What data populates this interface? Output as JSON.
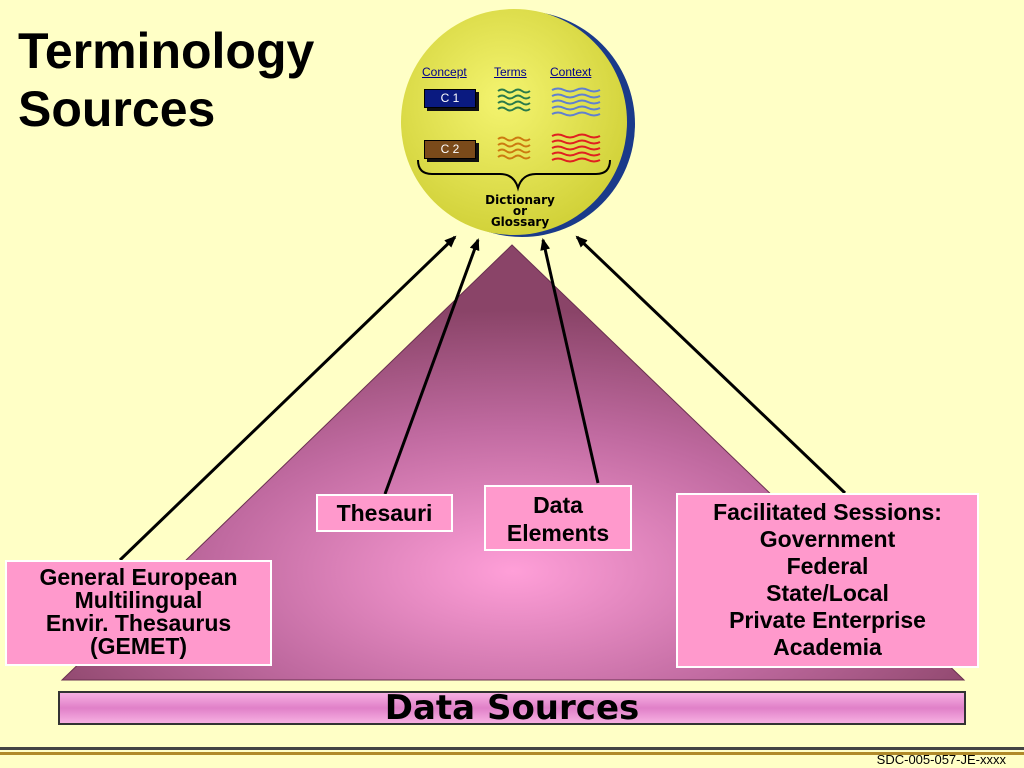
{
  "title": {
    "line1": "Terminology",
    "line2": "Sources"
  },
  "circle": {
    "headers": {
      "concept": "Concept",
      "terms": "Terms",
      "context": "Context"
    },
    "concept_tags": [
      "C 1",
      "C 2"
    ],
    "dictionary": {
      "line1": "Dictionary",
      "line2": "or",
      "line3": "Glossary"
    }
  },
  "boxes": {
    "gemet": [
      "General European",
      "Multilingual",
      "Envir. Thesaurus",
      "(GEMET)"
    ],
    "thesauri": "Thesauri",
    "data_elements": [
      "Data",
      "Elements"
    ],
    "facilitated": [
      "Facilitated Sessions:",
      "Government",
      "Federal",
      "State/Local",
      "Private Enterprise",
      "Academia"
    ]
  },
  "data_sources_label": "Data Sources",
  "footer_code": "SDC-005-057-JE-xxxx",
  "colors": {
    "background": "#ffffc6",
    "pyramid": "#b06090",
    "box_fill": "#ff99cc",
    "circle_fill": "#e6e645",
    "circle_shadow": "#1a3a8a",
    "blue_lines": "#6080d0",
    "red_lines": "#e02020"
  },
  "icons": [
    "brace-icon",
    "wavy-lines-icon",
    "arrow-icon"
  ]
}
